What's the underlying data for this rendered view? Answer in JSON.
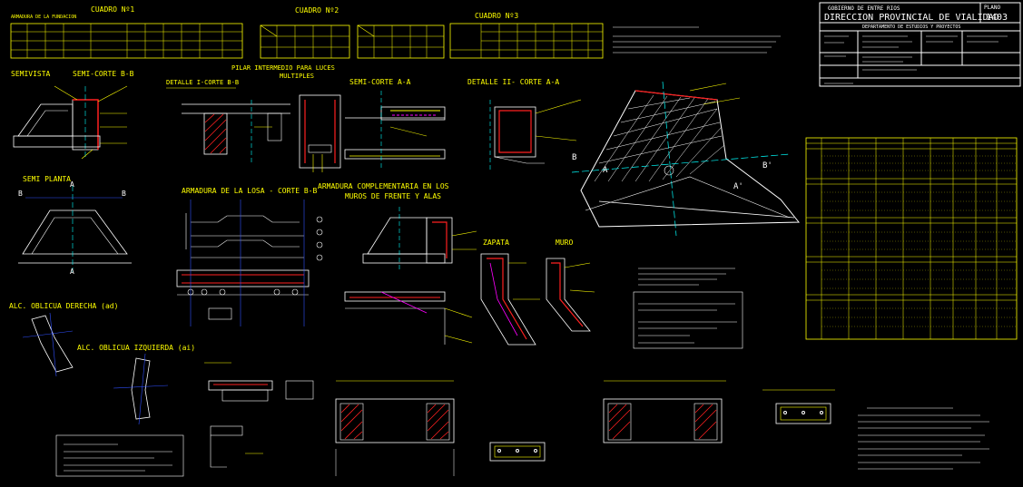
{
  "sheet": {
    "government": "GOBIERNO DE ENTRE RIOS",
    "agency": "DIRECCION PROVINCIAL DE VIALIDAD",
    "plano_label": "PLANO",
    "plano_number": "1403",
    "department": "DEPARTAMENTO DE ESTUDIOS Y PROYECTOS",
    "colors": {
      "line": "#ffff00",
      "text": "#ffffff",
      "accent": "#00ffff",
      "hatch": "#ff2020",
      "axis": "#3050ff",
      "mark": "#ff00ff"
    }
  },
  "tables": {
    "cuadro1": "CUADRO Nº1",
    "cuadro2": "CUADRO Nº2",
    "cuadro3": "CUADRO Nº3",
    "header_left": "ARMADURA DE LA FUNDACION"
  },
  "views": {
    "semivista": "SEMIVISTA",
    "semi_corte_bb": "SEMI-CORTE B-B",
    "pilar": "PILAR INTERMEDIO PARA LUCES",
    "pilar2": "MULTIPLES",
    "detalle1": "DETALLE I-CORTE B-B",
    "semi_corte_aa": "SEMI-CORTE A-A",
    "detalle2": "DETALLE II- CORTE A-A",
    "semi_planta": "SEMI PLANTA",
    "armadura_losa": "ARMADURA DE LA LOSA - CORTE B-B",
    "armadura_comp": "ARMADURA COMPLEMENTARIA EN LOS",
    "armadura_comp2": "MUROS DE FRENTE Y ALAS",
    "zapata": "ZAPATA",
    "muro": "MURO",
    "alc_der": "ALC. OBLICUA DERECHA (ad)",
    "alc_izq": "ALC. OBLICUA IZQUIERDA (ai)"
  },
  "marks": {
    "A": "A",
    "B": "B",
    "B1": "B'",
    "A1": "A'"
  }
}
